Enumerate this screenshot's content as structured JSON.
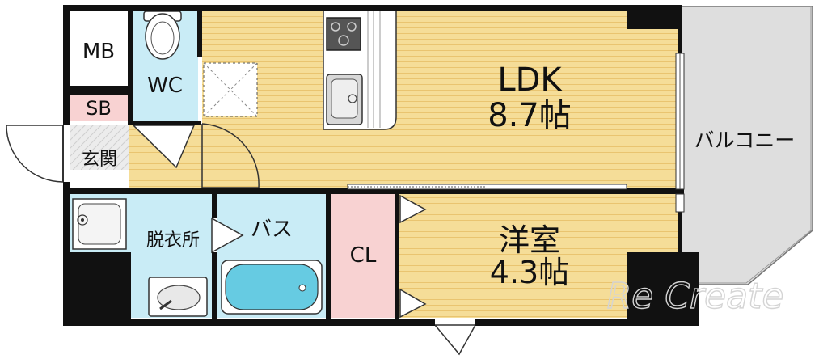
{
  "rooms": {
    "mb": "MB",
    "sb": "SB",
    "wc": "WC",
    "entrance": "玄関",
    "ldk_name": "LDK",
    "ldk_size": "8.7帖",
    "balcony": "バルコニー",
    "dressing": "脱衣所",
    "bath": "バス",
    "closet": "CL",
    "western_name": "洋室",
    "western_size": "4.3帖"
  },
  "watermark": "Re Create",
  "colors": {
    "wall": "#111111",
    "floor_wood": "#f5dd98",
    "floor_grain": "#e9c470",
    "wet_area": "#c9ecf6",
    "bath_tub": "#66cbe2",
    "closet": "#f8d2d2",
    "balcony": "#dcdcdc",
    "entrance_tile": "#e9e9e9"
  }
}
